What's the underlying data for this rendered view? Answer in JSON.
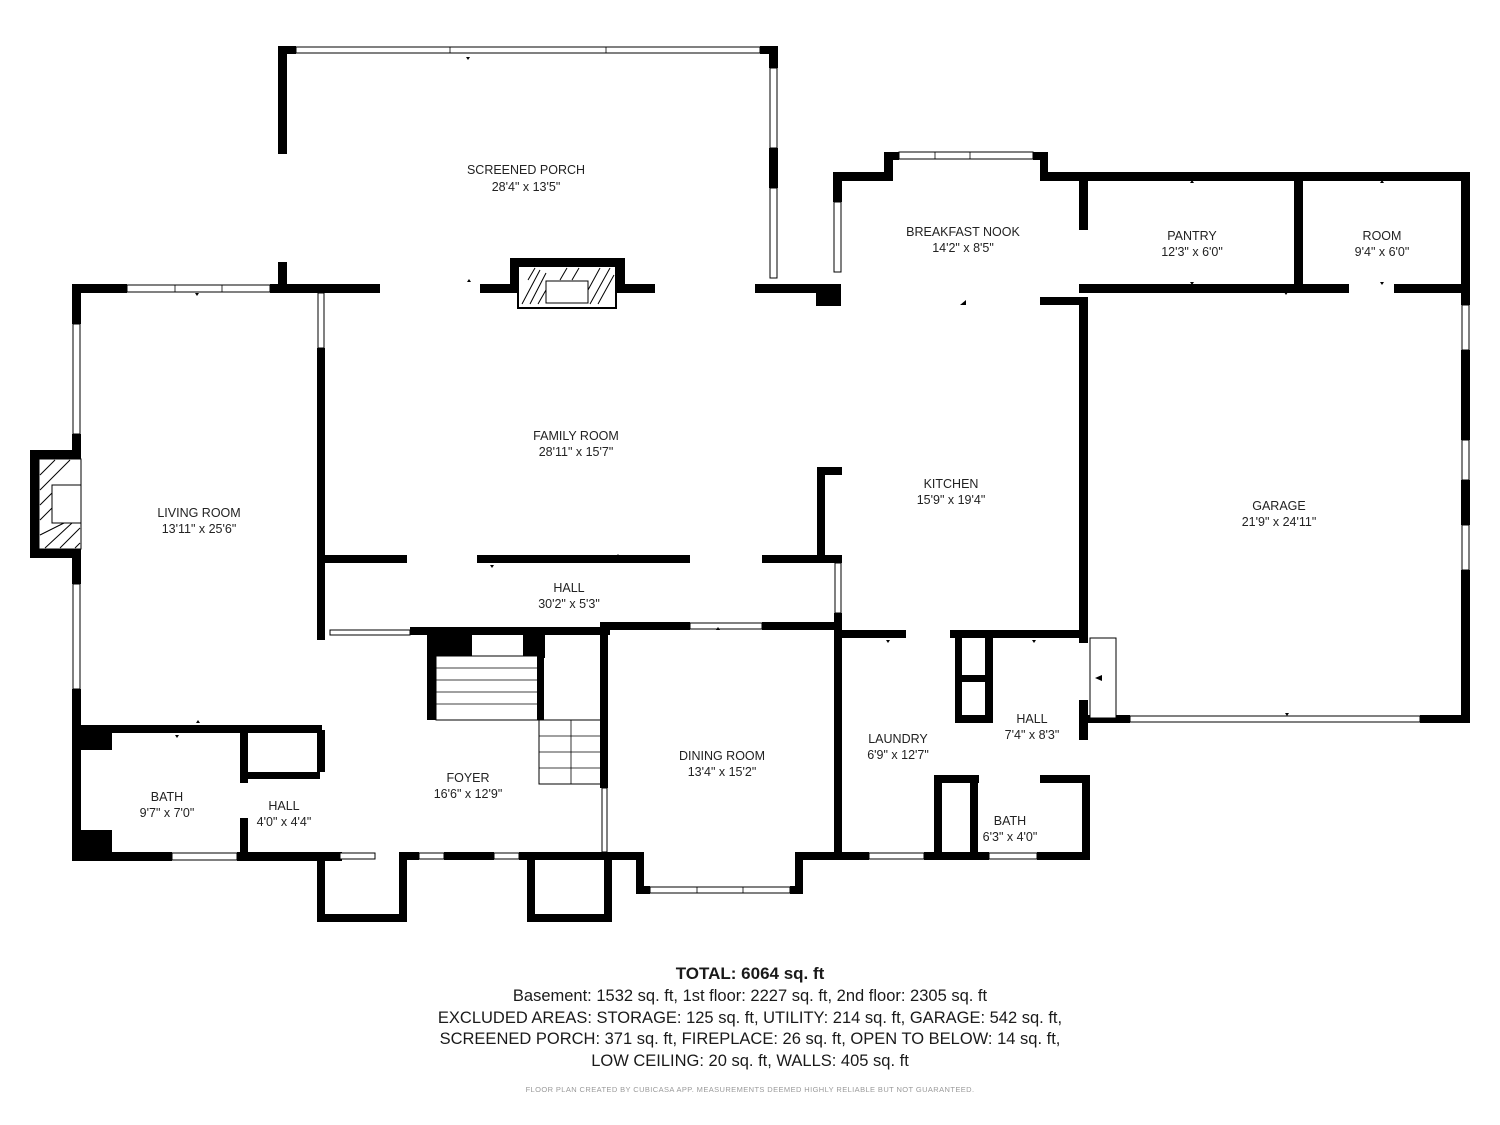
{
  "rooms": [
    {
      "id": "screened-porch",
      "name": "SCREENED PORCH",
      "dims": "28'4\" x 13'5\""
    },
    {
      "id": "breakfast-nook",
      "name": "BREAKFAST NOOK",
      "dims": "14'2\" x 8'5\""
    },
    {
      "id": "pantry",
      "name": "PANTRY",
      "dims": "12'3\" x 6'0\""
    },
    {
      "id": "room",
      "name": "ROOM",
      "dims": "9'4\" x 6'0\""
    },
    {
      "id": "family-room",
      "name": "FAMILY ROOM",
      "dims": "28'11\" x 15'7\""
    },
    {
      "id": "living-room",
      "name": "LIVING ROOM",
      "dims": "13'11\" x 25'6\""
    },
    {
      "id": "kitchen",
      "name": "KITCHEN",
      "dims": "15'9\" x 19'4\""
    },
    {
      "id": "garage",
      "name": "GARAGE",
      "dims": "21'9\" x 24'11\""
    },
    {
      "id": "hall-main",
      "name": "HALL",
      "dims": "30'2\" x 5'3\""
    },
    {
      "id": "dining-room",
      "name": "DINING ROOM",
      "dims": "13'4\" x 15'2\""
    },
    {
      "id": "laundry",
      "name": "LAUNDRY",
      "dims": "6'9\" x 12'7\""
    },
    {
      "id": "hall-east",
      "name": "HALL",
      "dims": "7'4\" x 8'3\""
    },
    {
      "id": "foyer",
      "name": "FOYER",
      "dims": "16'6\" x 12'9\""
    },
    {
      "id": "bath-west",
      "name": "BATH",
      "dims": "9'7\" x 7'0\""
    },
    {
      "id": "hall-west",
      "name": "HALL",
      "dims": "4'0\" x 4'4\""
    },
    {
      "id": "bath-east",
      "name": "BATH",
      "dims": "6'3\" x 4'0\""
    }
  ],
  "summary": {
    "total": "TOTAL: 6064 sq. ft",
    "lines": [
      "Basement: 1532 sq. ft, 1st floor: 2227 sq. ft, 2nd floor: 2305 sq. ft",
      "EXCLUDED AREAS: STORAGE: 125 sq. ft, UTILITY: 214 sq. ft, GARAGE: 542 sq. ft,",
      "SCREENED PORCH: 371 sq. ft, FIREPLACE: 26 sq. ft, OPEN TO BELOW: 14 sq. ft,",
      "LOW CEILING: 20 sq. ft, WALLS: 405 sq. ft"
    ],
    "credit": "FLOOR PLAN CREATED BY CUBICASA APP. MEASUREMENTS DEEMED HIGHLY RELIABLE BUT NOT GUARANTEED."
  },
  "colors": {
    "wall": "#000000",
    "background": "#ffffff",
    "text": "#222222",
    "credit": "#9a9a9a"
  }
}
